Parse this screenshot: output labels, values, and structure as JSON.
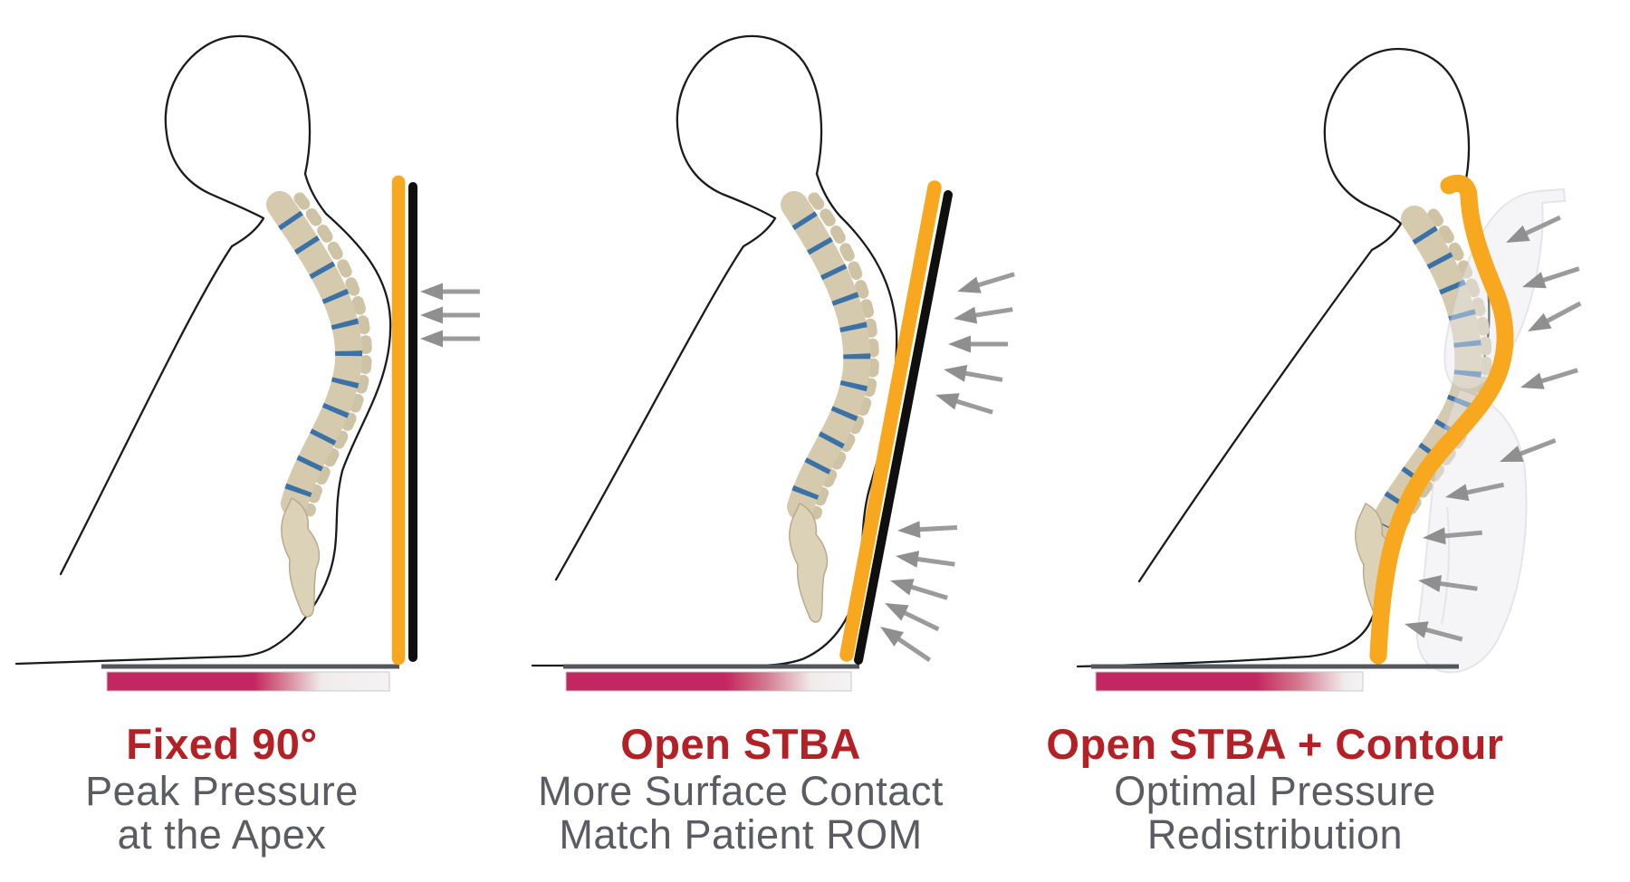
{
  "panels": [
    {
      "id": "fixed-90",
      "title": "Fixed 90°",
      "subtitle_lines": [
        "Peak Pressure",
        "at the Apex"
      ],
      "pressure_arrow_count": 3
    },
    {
      "id": "open-stba",
      "title": "Open STBA",
      "subtitle_lines": [
        "More Surface Contact",
        "Match Patient ROM"
      ],
      "pressure_arrow_count": 10
    },
    {
      "id": "open-stba-contour",
      "title": "Open STBA + Contour",
      "subtitle_lines": [
        "Optimal Pressure",
        "Redistribution"
      ],
      "pressure_arrow_count": 9
    }
  ],
  "colors": {
    "background": "#FFFFFF",
    "title_red": "#B32025",
    "subtitle_gray": "#5A5B63",
    "backrest_orange": "#F7A81F",
    "backrest_black": "#0F0F0F",
    "body_outline": "#1B1B1B",
    "arrow_gray": "#9B9B9B",
    "seat_line": "#53565C",
    "pressure_high": "#C3275F",
    "pressure_low": "#F3F3F3",
    "spine_bone": "#D6CAAE",
    "spine_disc": "#3A72A8"
  }
}
